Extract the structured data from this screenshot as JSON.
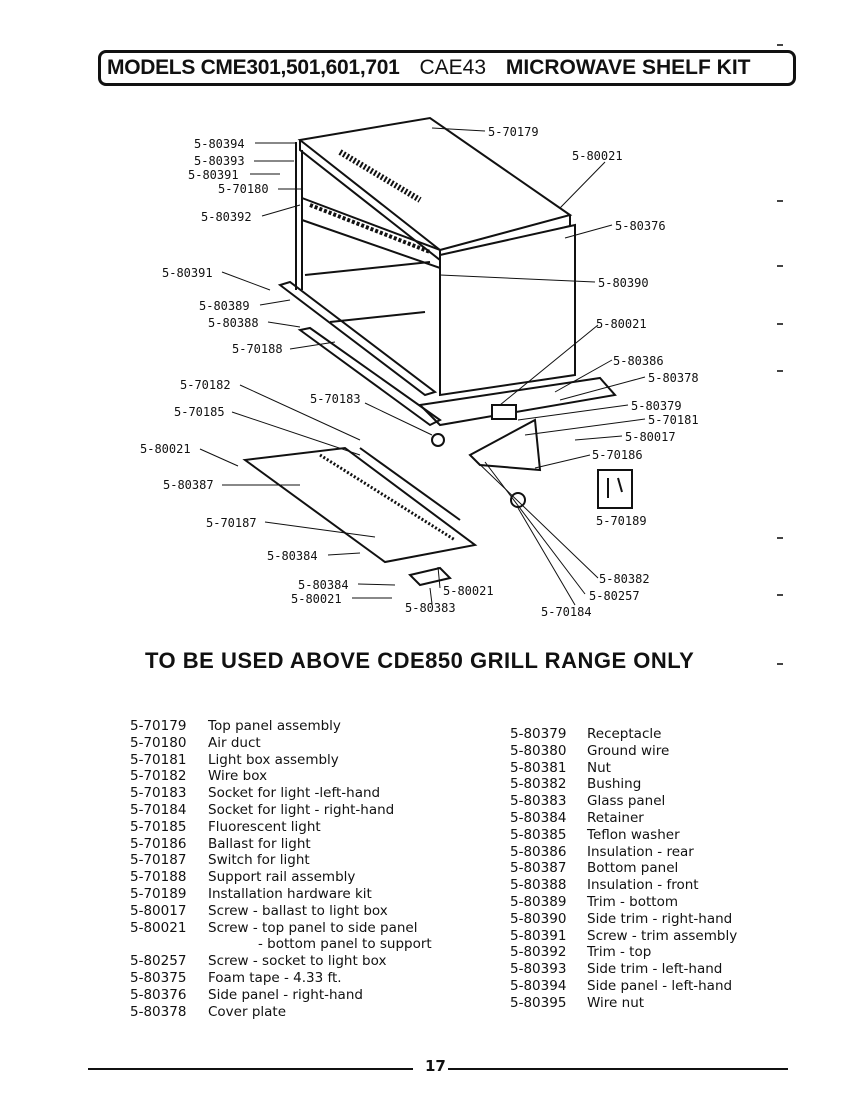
{
  "title": {
    "models": "MODELS CME301,501,601,701",
    "kit_code": "CAE43",
    "kit_name": "MICROWAVE SHELF KIT"
  },
  "callouts": [
    "5-80394",
    "5-80393",
    "5-80391",
    "5-70180",
    "5-80392",
    "5-70179",
    "5-80021",
    "5-80376",
    "5-80391",
    "5-80389",
    "5-80388",
    "5-70188",
    "5-80390",
    "5-80021",
    "5-80386",
    "5-80378",
    "5-70182",
    "5-70183",
    "5-70185",
    "5-80379",
    "5-70181",
    "5-80017",
    "5-80021",
    "5-70186",
    "5-80387",
    "5-70189",
    "5-70187",
    "5-80384",
    "5-80384",
    "5-80021",
    "5-80021",
    "5-80383",
    "5-80382",
    "5-80257",
    "5-70184"
  ],
  "notice": "TO BE USED ABOVE CDE850 GRILL RANGE ONLY",
  "parts_left": [
    {
      "num": "5-70179",
      "desc": "Top panel assembly"
    },
    {
      "num": "5-70180",
      "desc": "Air duct"
    },
    {
      "num": "5-70181",
      "desc": "Light box assembly"
    },
    {
      "num": "5-70182",
      "desc": "Wire box"
    },
    {
      "num": "5-70183",
      "desc": "Socket for light -left-hand"
    },
    {
      "num": "5-70184",
      "desc": "Socket for light - right-hand"
    },
    {
      "num": "5-70185",
      "desc": "Fluorescent light"
    },
    {
      "num": "5-70186",
      "desc": "Ballast for light"
    },
    {
      "num": "5-70187",
      "desc": "Switch for light"
    },
    {
      "num": "5-70188",
      "desc": "Support rail assembly"
    },
    {
      "num": "5-70189",
      "desc": "Installation hardware kit"
    },
    {
      "num": "5-80017",
      "desc": "Screw - ballast to light box"
    },
    {
      "num": "5-80021",
      "desc": "Screw -  top panel to side panel"
    },
    {
      "num": "",
      "desc": "- bottom panel to support"
    },
    {
      "num": "5-80257",
      "desc": "Screw - socket to light box"
    },
    {
      "num": "5-80375",
      "desc": "Foam tape - 4.33 ft."
    },
    {
      "num": "5-80376",
      "desc": "Side panel - right-hand"
    },
    {
      "num": "5-80378",
      "desc": "Cover plate"
    }
  ],
  "parts_right": [
    {
      "num": "5-80379",
      "desc": "Receptacle"
    },
    {
      "num": "5-80380",
      "desc": "Ground wire"
    },
    {
      "num": "5-80381",
      "desc": "Nut"
    },
    {
      "num": "5-80382",
      "desc": "Bushing"
    },
    {
      "num": "5-80383",
      "desc": "Glass panel"
    },
    {
      "num": "5-80384",
      "desc": "Retainer"
    },
    {
      "num": "5-80385",
      "desc": "Teflon washer"
    },
    {
      "num": "5-80386",
      "desc": "Insulation - rear"
    },
    {
      "num": "5-80387",
      "desc": "Bottom panel"
    },
    {
      "num": "5-80388",
      "desc": "Insulation - front"
    },
    {
      "num": "5-80389",
      "desc": "Trim - bottom"
    },
    {
      "num": "5-80390",
      "desc": "Side trim - right-hand"
    },
    {
      "num": "5-80391",
      "desc": "Screw - trim assembly"
    },
    {
      "num": "5-80392",
      "desc": "Trim - top"
    },
    {
      "num": "5-80393",
      "desc": "Side trim - left-hand"
    },
    {
      "num": "5-80394",
      "desc": "Side panel - left-hand"
    },
    {
      "num": "5-80395",
      "desc": "Wire nut"
    }
  ],
  "page_number": "17"
}
